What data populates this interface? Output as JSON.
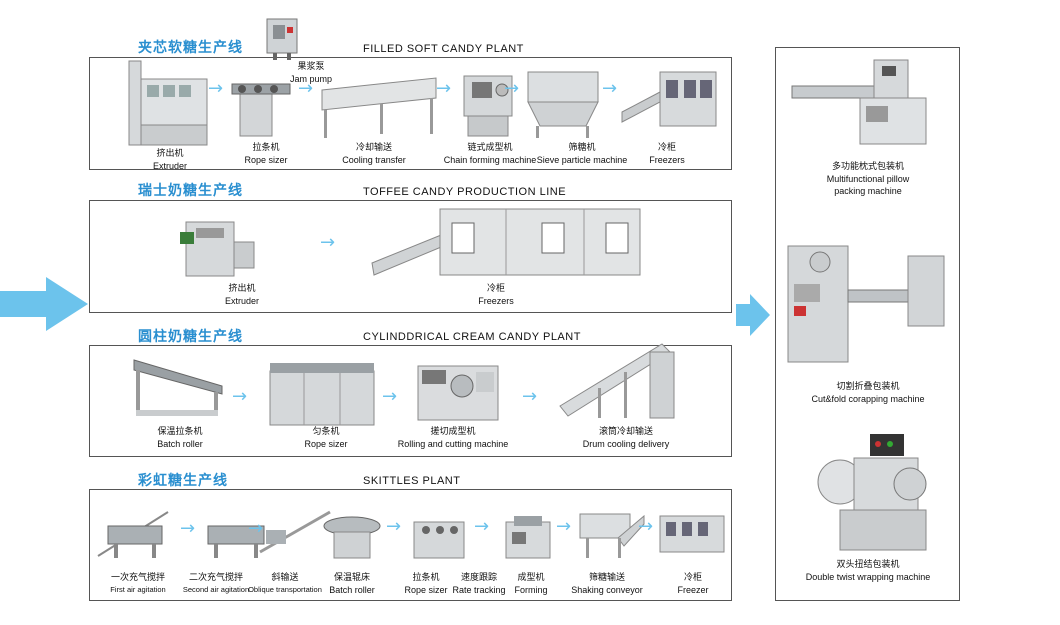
{
  "rows": [
    {
      "cn_title": "夹芯软糖生产线",
      "en_title": "FILLED SOFT CANDY PLANT",
      "machines": [
        {
          "cn": "挤出机",
          "en": "Extruder"
        },
        {
          "cn": "拉条机",
          "en": "Rope sizer"
        },
        {
          "cn": "冷却输送",
          "en": "Cooling transfer"
        },
        {
          "cn": "链式成型机",
          "en": "Chain forming machine"
        },
        {
          "cn": "筛糖机",
          "en": "Sieve particle machine"
        },
        {
          "cn": "冷柜",
          "en": "Freezers"
        }
      ],
      "extra": {
        "cn": "果浆泵",
        "en": "Jam pump"
      }
    },
    {
      "cn_title": "瑞士奶糖生产线",
      "en_title": "TOFFEE CANDY PRODUCTION LINE",
      "machines": [
        {
          "cn": "挤出机",
          "en": "Extruder"
        },
        {
          "cn": "冷柜",
          "en": "Freezers"
        }
      ]
    },
    {
      "cn_title": "圆柱奶糖生产线",
      "en_title": "CYLINDDRICAL CREAM CANDY PLANT",
      "machines": [
        {
          "cn": "保温拉条机",
          "en": "Batch roller"
        },
        {
          "cn": "匀条机",
          "en": "Rope sizer"
        },
        {
          "cn": "搓切成型机",
          "en": "Rolling and cutting machine"
        },
        {
          "cn": "滚筒冷却输送",
          "en": "Drum cooling delivery"
        }
      ]
    },
    {
      "cn_title": "彩虹糖生产线",
      "en_title": "SKITTLES  PLANT",
      "machines": [
        {
          "cn": "一次充气搅拌",
          "en": "First air agitation"
        },
        {
          "cn": "二次充气搅拌",
          "en": "Second air agitation"
        },
        {
          "cn": "斜输送",
          "en": "Oblique transportation"
        },
        {
          "cn": "保温辊床",
          "en": "Batch roller"
        },
        {
          "cn": "拉条机",
          "en": "Rope sizer"
        },
        {
          "cn": "速度跟踪",
          "en": "Rate tracking"
        },
        {
          "cn": "成型机",
          "en": "Forming"
        },
        {
          "cn": "筛糖输送",
          "en": "Shaking conveyor"
        },
        {
          "cn": "冷柜",
          "en": "Freezer"
        }
      ]
    }
  ],
  "packing": [
    {
      "cn": "多功能枕式包装机",
      "en1": "Multifunctional pillow",
      "en2": "packing machine"
    },
    {
      "cn": "切割折叠包装机",
      "en1": "Cut&fold corapping machine",
      "en2": ""
    },
    {
      "cn": "双头扭结包装机",
      "en1": "Double twist wrapping machine",
      "en2": ""
    }
  ],
  "arrow_glyph": "→",
  "colors": {
    "accent": "#2a8fd0",
    "arrow": "#6cc3ec",
    "frame": "#555555"
  }
}
